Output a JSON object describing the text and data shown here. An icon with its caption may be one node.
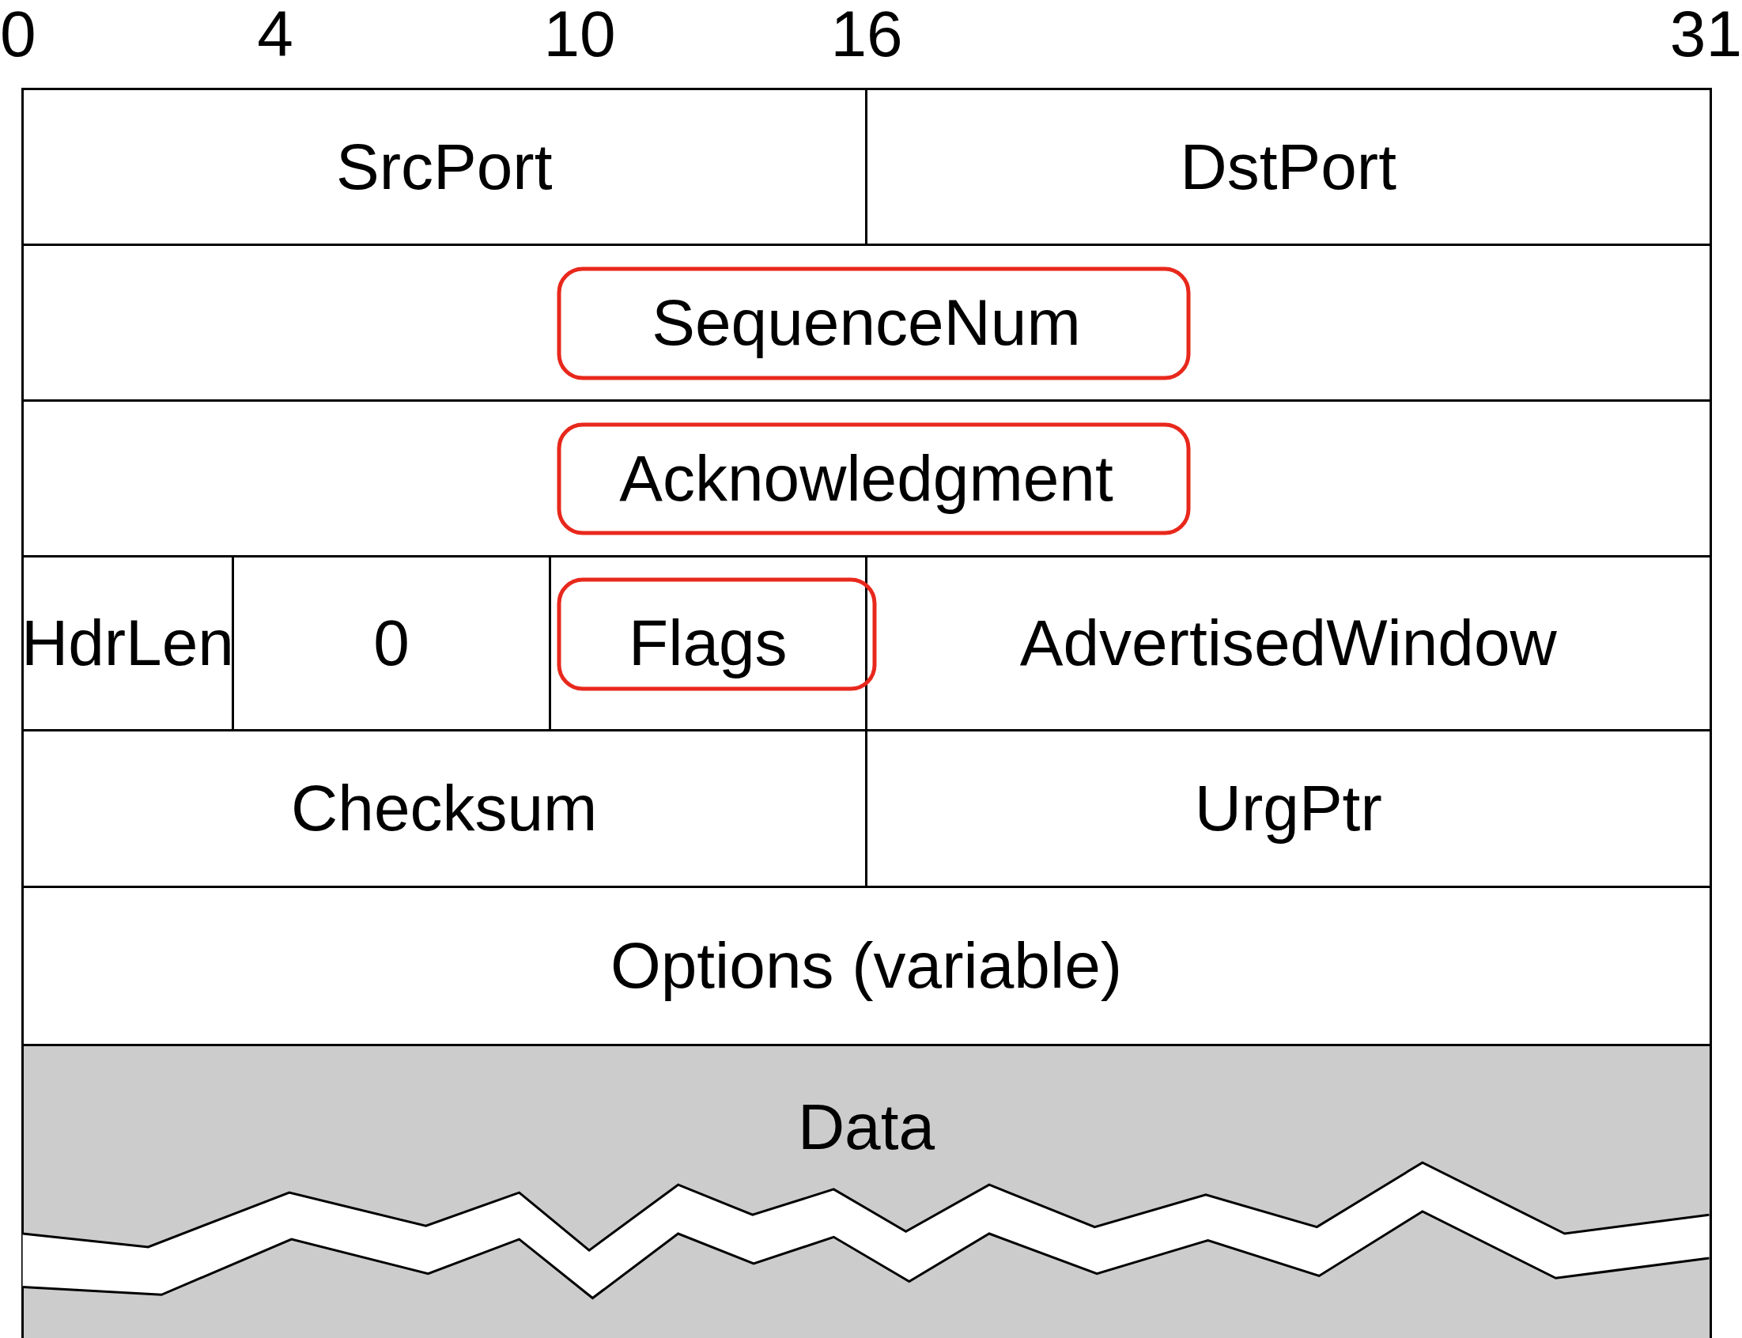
{
  "diagram": {
    "nodes": [
      {
        "text": [
          "SrcPort"
        ]
      },
      {
        "text": [
          "DstPort"
        ]
      },
      {
        "text": [
          "SequenceNum"
        ]
      },
      {
        "text": [
          "Acknowledgment"
        ]
      },
      {
        "text": [
          "HdrLen"
        ]
      },
      {
        "text": [
          "0"
        ]
      },
      {
        "text": [
          "Flags"
        ]
      },
      {
        "text": [
          "AdvertisedWindow"
        ]
      },
      {
        "text": [
          "Checksum"
        ]
      },
      {
        "text": [
          "UrgPtr"
        ]
      },
      {
        "text": [
          "Options (variable)"
        ]
      },
      {
        "text": [
          "Data"
        ]
      }
    ],
    "labels": [
      "0",
      "4",
      "10",
      "16",
      "31"
    ]
  }
}
